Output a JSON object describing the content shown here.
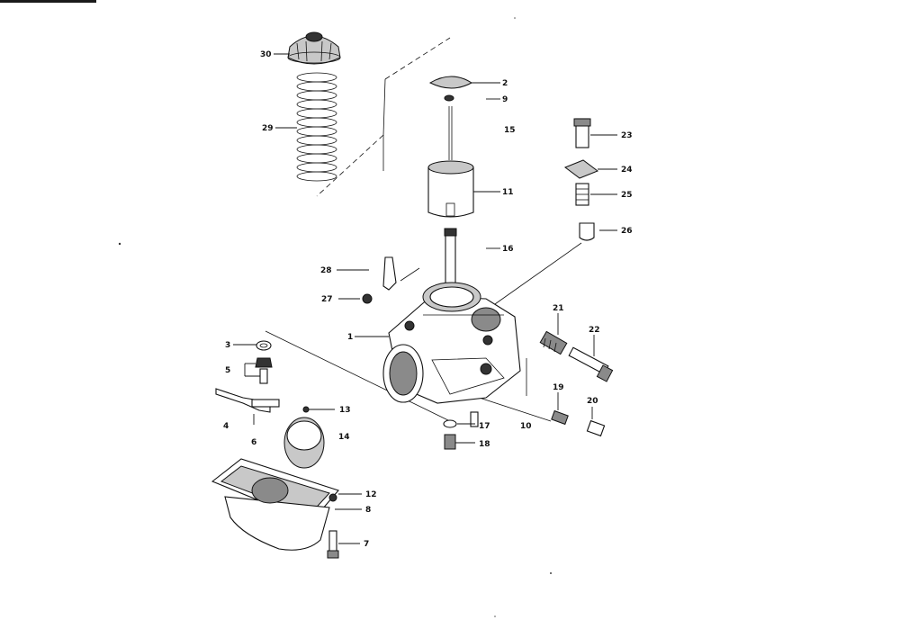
{
  "diagram": {
    "labels": {
      "p1": "1",
      "p2": "2",
      "p3": "3",
      "p4": "4",
      "p5": "5",
      "p6": "6",
      "p7": "7",
      "p8": "8",
      "p9": "9",
      "p10": "10",
      "p11": "11",
      "p12": "12",
      "p13": "13",
      "p14": "14",
      "p15": "15",
      "p16": "16",
      "p17": "17",
      "p18": "18",
      "p19": "19",
      "p20": "20",
      "p21": "21",
      "p22": "22",
      "p23": "23",
      "p24": "24",
      "p25": "25",
      "p26": "26",
      "p27": "27",
      "p28": "28",
      "p29": "29",
      "p30": "30"
    }
  }
}
